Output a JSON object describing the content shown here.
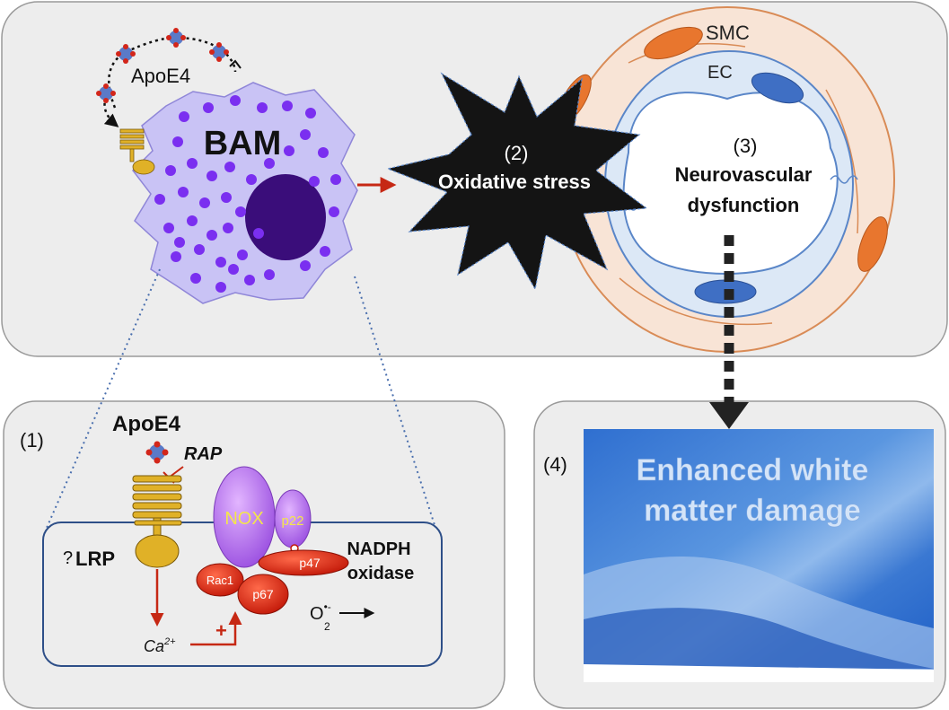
{
  "top_panel": {
    "apoe4_label": "ApoE4",
    "bam_label": "BAM",
    "stress_number": "(2)",
    "stress_label": "Oxidative stress",
    "smc_label": "SMC",
    "ec_label": "EC",
    "neuro_number": "(3)",
    "neuro_line1": "Neurovascular",
    "neuro_line2": "dysfunction"
  },
  "detail_panel": {
    "number": "(1)",
    "apoe4_label": "ApoE4",
    "rap_label": "RAP",
    "lrp_question": "?",
    "lrp_label": "LRP",
    "nox_label": "NOX",
    "p22_label": "p22",
    "p47_label": "p47",
    "p67_label": "p67",
    "rac1_label": "Rac1",
    "nadph_line1": "NADPH",
    "nadph_line2": "oxidase",
    "ca_label": "Ca",
    "ca_superscript": "2+",
    "plus_label": "+",
    "o2_label": "O",
    "o2_subscript": "2",
    "o2_superscript": "•-"
  },
  "damage_panel": {
    "number": "(4)",
    "line1": "Enhanced white",
    "line2": "matter damage"
  },
  "colors": {
    "panel_fill": "#ededed",
    "panel_stroke": "#9a9a9a",
    "bam_fill": "#c9c3f5",
    "vesicle": "#7a2ff0",
    "nucleus": "#3a0d7a",
    "smc_ring": "#f8e4d6",
    "smc_cell": "#e8762e",
    "ec_ring": "#dce8f6",
    "ec_cell": "#3f6fc4",
    "nox": "#b05fe8",
    "red_subunit": "#dd2a12",
    "receptor": "#e0b127",
    "arrow_red": "#c62814",
    "tissue_blue": "#3d7fd6"
  }
}
